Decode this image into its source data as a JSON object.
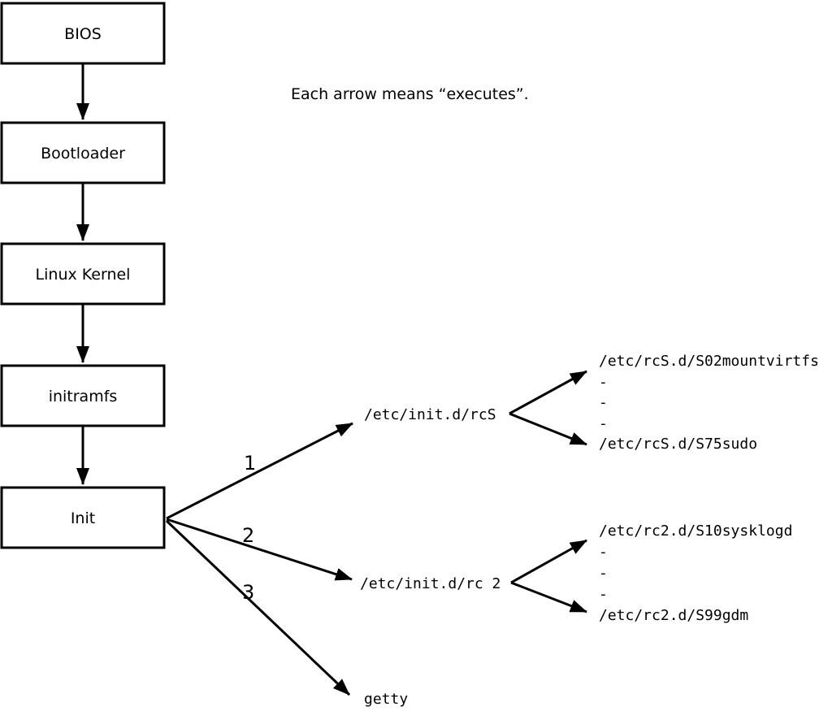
{
  "caption": "Each arrow means “executes”.",
  "nodes": [
    {
      "label": "BIOS"
    },
    {
      "label": "Bootloader"
    },
    {
      "label": "Linux Kernel"
    },
    {
      "label": "initramfs"
    },
    {
      "label": "Init"
    }
  ],
  "init_children": [
    {
      "order": "1",
      "label": "/etc/init.d/rcS"
    },
    {
      "order": "2",
      "label": "/etc/init.d/rc 2"
    },
    {
      "order": "3",
      "label": "getty"
    }
  ],
  "rcS_scripts": [
    "/etc/rcS.d/S02mountvirtfs",
    "-",
    "-",
    "-",
    "/etc/rcS.d/S75sudo"
  ],
  "rc2_scripts": [
    "/etc/rc2.d/S10sysklogd",
    "-",
    "-",
    "-",
    "/etc/rc2.d/S99gdm"
  ],
  "colors": {
    "ink": "#000000",
    "background": "#ffffff"
  }
}
